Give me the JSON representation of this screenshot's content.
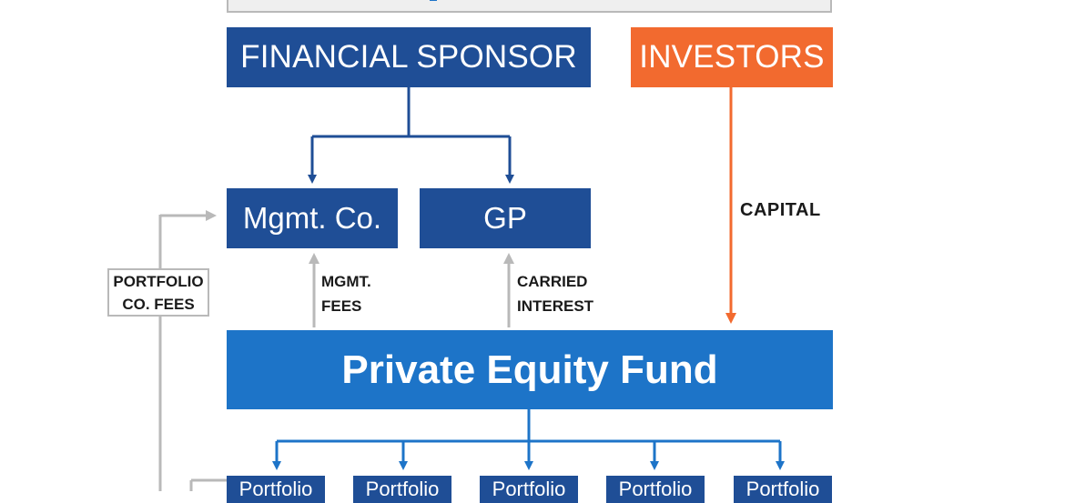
{
  "diagram": {
    "financial_sponsor": "FINANCIAL SPONSOR",
    "investors": "INVESTORS",
    "mgmt_co": "Mgmt. Co.",
    "gp": "GP",
    "private_equity_fund": "Private Equity Fund",
    "capital_label": "CAPITAL",
    "mgmt_fees_label": "MGMT.\nFEES",
    "carried_interest_label": "CARRIED\nINTEREST",
    "portfolio_fees_label": "PORTFOLIO\nCO. FEES",
    "portfolio_companies": [
      "Portfolio",
      "Portfolio",
      "Portfolio",
      "Portfolio",
      "Portfolio"
    ]
  },
  "colors": {
    "dark_blue": "#1f4e96",
    "mid_blue": "#1d74c8",
    "orange": "#f26a2f",
    "gray": "#b9b9b9"
  }
}
